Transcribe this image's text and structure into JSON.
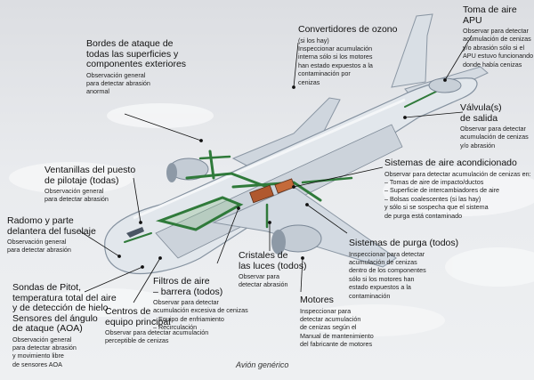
{
  "caption": "Avión genérico",
  "labels": {
    "bordes": {
      "title": [
        "Bordes de ataque de",
        "todas las superficies y",
        "componentes exteriores"
      ],
      "lines": [
        "Observación general",
        "para detectar abrasión",
        "anormal"
      ]
    },
    "convertidores": {
      "title": [
        "Convertidores de ozono"
      ],
      "lines": [
        "(si los hay)",
        "Inspeccionar acumulación",
        "interna sólo si los motores",
        "han estado expuestos a la",
        "contaminación por",
        "cenizas"
      ]
    },
    "apu": {
      "title": [
        "Toma de aire APU"
      ],
      "lines": [
        "Observar para detectar",
        "acumulación de cenizas",
        "y/o abrasión sólo si el",
        "APU estuvo funcionando",
        "donde había cenizas"
      ]
    },
    "valvula": {
      "title": [
        "Válvula(s)",
        "de salida"
      ],
      "lines": [
        "Observar para detectar",
        "acumulación de cenizas",
        "y/o abrasión"
      ]
    },
    "sistemas_aire": {
      "title": [
        "Sistemas de aire acondicionado"
      ],
      "lines": [
        "Observar para detectar acumulación de cenizas en:",
        "– Tomas de aire de impacto/ductos",
        "– Superficie de intercambiadores de aire",
        "– Bolsas coalescentes (si las hay)",
        "  y sólo si se sospecha que el sistema",
        "  de purga está contaminado"
      ]
    },
    "ventanillas": {
      "title": [
        "Ventanillas del puesto",
        "de pilotaje (todas)"
      ],
      "lines": [
        "Observación general",
        "para detectar abrasión"
      ]
    },
    "radomo": {
      "title": [
        "Radomo y parte",
        "delantera del fuselaje"
      ],
      "lines": [
        "Observación general",
        "para detectar abrasión"
      ]
    },
    "sistemas_purga": {
      "title": [
        "Sistemas de purga (todos)"
      ],
      "lines": [
        "Inspeccionar para detectar",
        "acumulación de cenizas",
        "dentro de los componentes",
        "sólo si los motores han",
        "estado expuestos a la",
        "contaminación"
      ]
    },
    "cristales": {
      "title": [
        "Cristales de",
        "las luces (todos)"
      ],
      "lines": [
        "Observar para",
        "detectar abrasión"
      ]
    },
    "filtros": {
      "title": [
        "Filtros de aire",
        "– barrera (todos)"
      ],
      "lines": [
        "Observar para detectar",
        "acumulación excesiva de cenizas",
        "– Equipo de enfriamiento",
        "– Recirculación"
      ]
    },
    "sondas": {
      "title": [
        "Sondas de Pitot,",
        "temperatura total del aire",
        "y de detección de hielo",
        "Sensores del ángulo",
        "de ataque (AOA)"
      ],
      "lines": [
        "Observación general",
        "para detectar abrasión",
        "y movimiento libre",
        "de sensores  AOA"
      ]
    },
    "centros": {
      "title": [
        "Centros de",
        "equipo principal"
      ],
      "lines": [
        "Observar para detectar acumulación",
        "perceptible de cenizas"
      ]
    },
    "motores": {
      "title": [
        "Motores"
      ],
      "lines": [
        "Inspeccionar para",
        "detectar acumulación",
        "de cenizas según el",
        "Manual de mantenimiento",
        "del fabricante de motores"
      ]
    }
  }
}
